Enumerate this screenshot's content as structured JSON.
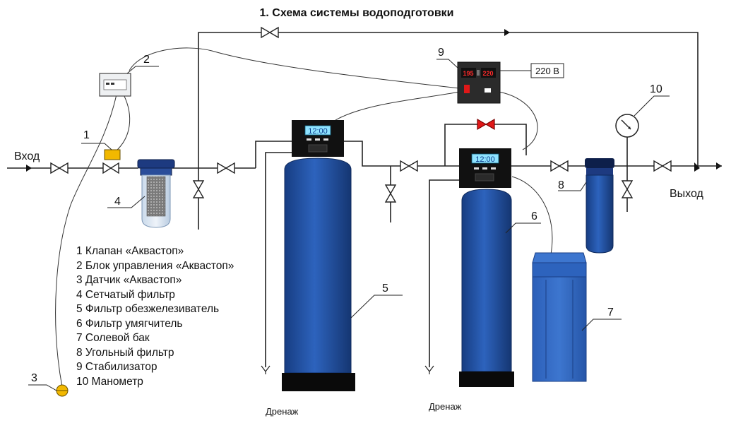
{
  "title": "1. Схема системы водоподготовки",
  "labels": {
    "inlet": "Вход",
    "outlet": "Выход",
    "drain_left": "Дренаж",
    "drain_right": "Дренаж",
    "voltage": "220 В"
  },
  "callouts": [
    "1",
    "2",
    "3",
    "4",
    "5",
    "6",
    "7",
    "8",
    "9",
    "10"
  ],
  "displays": {
    "iron_filter_time": "12:00",
    "softener_time": "12:00",
    "stabilizer_in": "195",
    "stabilizer_out": "220"
  },
  "legend": [
    "1 Клапан «Аквастоп»",
    "2 Блок управления «Аквастоп»",
    "3 Датчик «Аквастоп»",
    "4 Сетчатый фильтр",
    "5 Фильтр обезжелезиватель",
    "6 Фильтр умягчитель",
    "7 Солевой бак",
    "8 Угольный фильтр",
    "9 Стабилизатор",
    "10 Манометр"
  ],
  "colors": {
    "tank_blue": "#1f4fa0",
    "valve_red": "#e01818",
    "aquastop_yellow": "#f2b800",
    "display_cyan": "#8fe3ff",
    "head_black": "#111111"
  }
}
